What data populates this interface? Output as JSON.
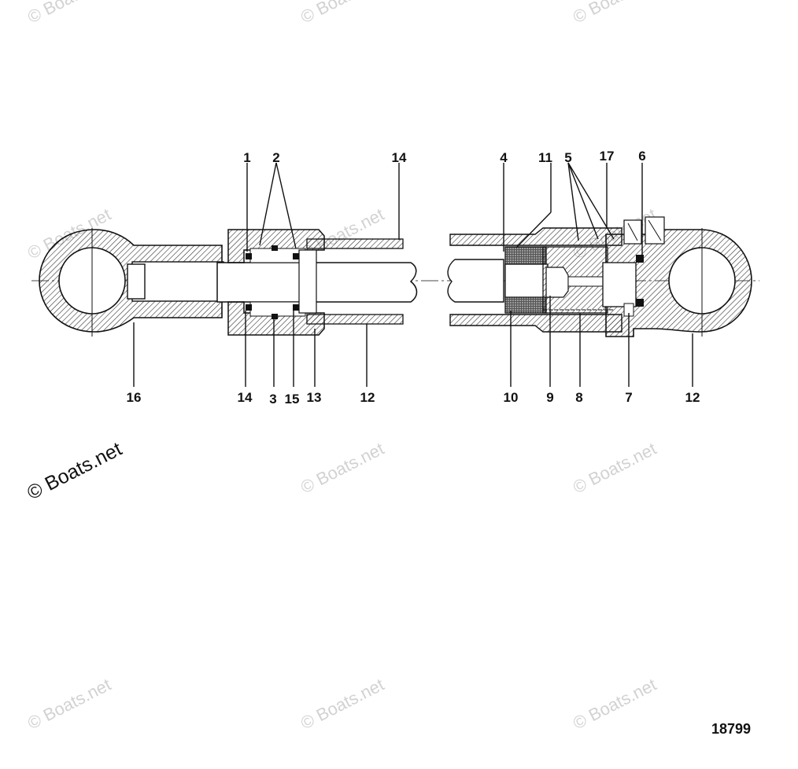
{
  "watermark": {
    "text": "Boats.net",
    "symbol": "©",
    "prominent_text": "Boats.net"
  },
  "figure_number": "18799",
  "callouts": {
    "c1": "1",
    "c2": "2",
    "c14_top": "14",
    "c4": "4",
    "c11": "11",
    "c5": "5",
    "c17": "17",
    "c6": "6",
    "c16": "16",
    "c14_bottom": "14",
    "c3": "3",
    "c15": "15",
    "c13": "13",
    "c12_left": "12",
    "c10": "10",
    "c9": "9",
    "c8": "8",
    "c7": "7",
    "c12_right": "12"
  }
}
